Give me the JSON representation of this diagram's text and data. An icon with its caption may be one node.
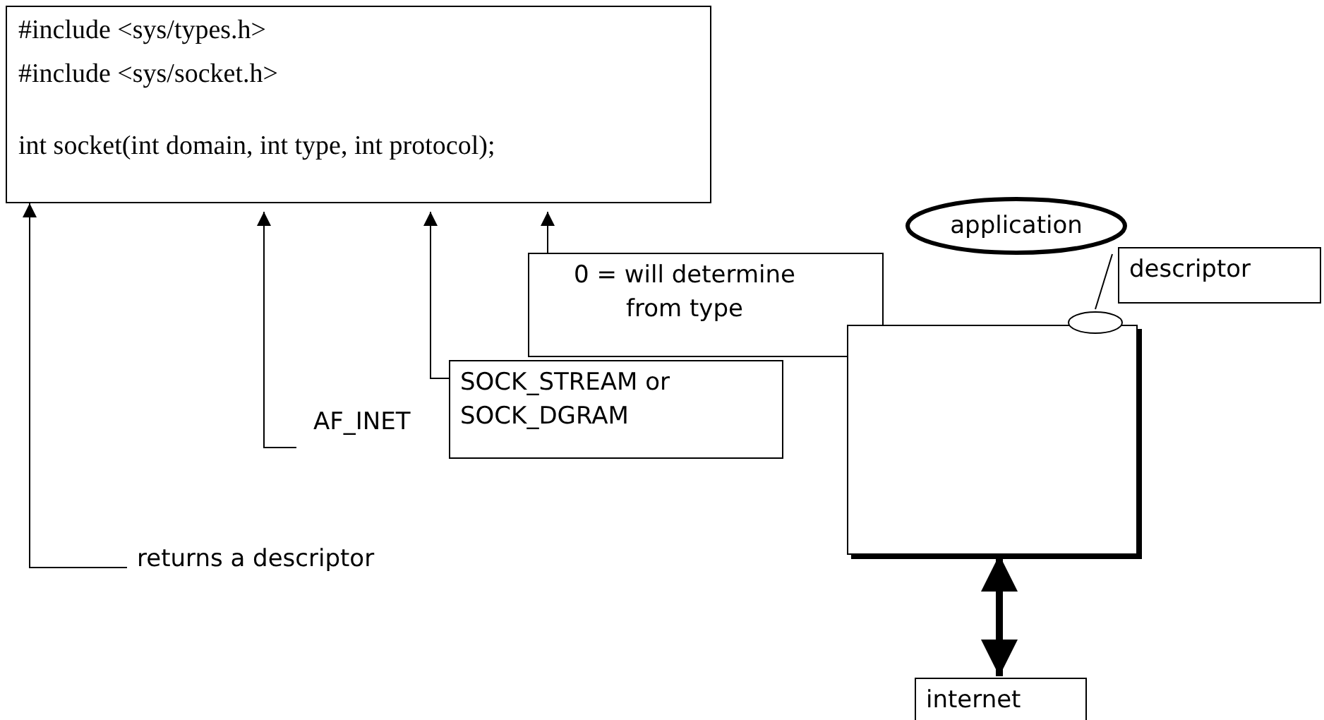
{
  "diagram": {
    "nodes": [
      {
        "text": [
          "#include <sys/types.h>",
          "#include <sys/socket.h>",
          "int socket(int domain, int type, int protocol);"
        ]
      },
      {
        "text": [
          "application"
        ]
      },
      {
        "text": [
          "descriptor"
        ]
      },
      {
        "text": [
          "0 = will determine from type"
        ]
      },
      {
        "text": [],
        "shape": "ellipse"
      },
      {
        "text": [],
        "shape": "box"
      },
      {
        "text": [
          "SOCK_STREAM or SOCK_DGRAM"
        ]
      },
      {
        "text": [
          "AF_INET"
        ]
      },
      {
        "text": [
          "returns a descriptor"
        ]
      },
      {
        "text": [
          "internet"
        ]
      }
    ],
    "edges": [
      {
        "from": 8,
        "to": 0,
        "arrow": "to"
      },
      {
        "from": 7,
        "to": 0,
        "arrow": "to"
      },
      {
        "from": 6,
        "to": 0,
        "arrow": "to"
      },
      {
        "from": 3,
        "to": 0,
        "arrow": "to"
      },
      {
        "from": 1,
        "to": 4,
        "arrow": "none"
      },
      {
        "from": 5,
        "to": 9,
        "arrow": "both",
        "style": "thick"
      }
    ]
  }
}
